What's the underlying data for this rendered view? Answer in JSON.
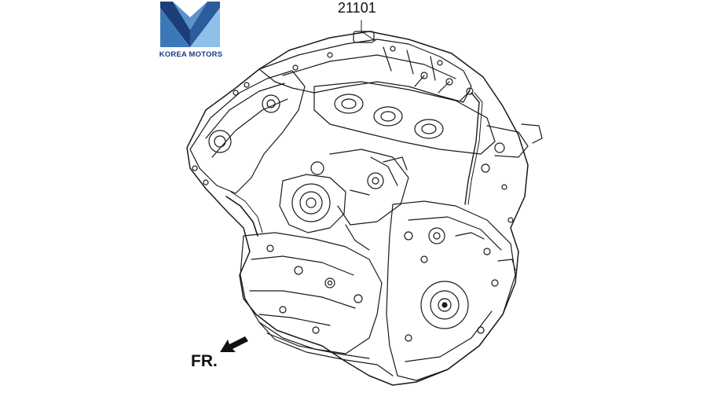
{
  "brand": {
    "name": "KOREA MOTORS",
    "colors": {
      "dark": "#1b3d7a",
      "mid": "#3c78b8",
      "light": "#8ec0e8",
      "text": "#1b3d7a"
    }
  },
  "diagram": {
    "part_number": "21101",
    "front_label": "FR.",
    "illustration": "engine-assembly",
    "line_color": "#1a1a1a"
  }
}
